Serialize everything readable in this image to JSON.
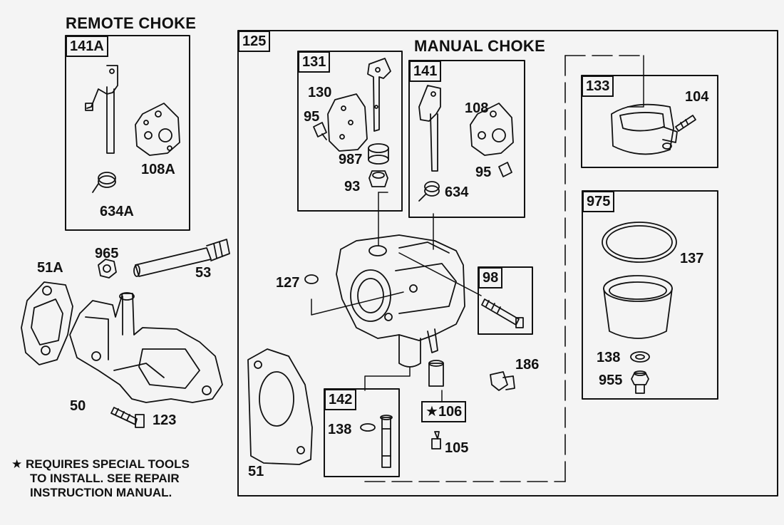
{
  "sections": {
    "remote_choke_title": "REMOTE CHOKE",
    "manual_choke_title": "MANUAL CHOKE"
  },
  "kits": {
    "k141A": "141A",
    "k125": "125",
    "k131": "131",
    "k141": "141",
    "k133": "133",
    "k975": "975",
    "k98": "98",
    "k142": "142",
    "k106": "106"
  },
  "star_symbol": "★",
  "parts": {
    "p108A": "108A",
    "p634A": "634A",
    "p965": "965",
    "p51A": "51A",
    "p53": "53",
    "p50": "50",
    "p123": "123",
    "p130": "130",
    "p95a": "95",
    "p987": "987",
    "p93": "93",
    "p108": "108",
    "p95b": "95",
    "p634": "634",
    "p104": "104",
    "p137": "137",
    "p138a": "138",
    "p955": "955",
    "p127": "127",
    "p186": "186",
    "p138b": "138",
    "p105": "105",
    "p51": "51"
  },
  "note": {
    "line1": "REQUIRES SPECIAL TOOLS",
    "line2": "TO INSTALL.  SEE REPAIR",
    "line3": "INSTRUCTION MANUAL."
  }
}
